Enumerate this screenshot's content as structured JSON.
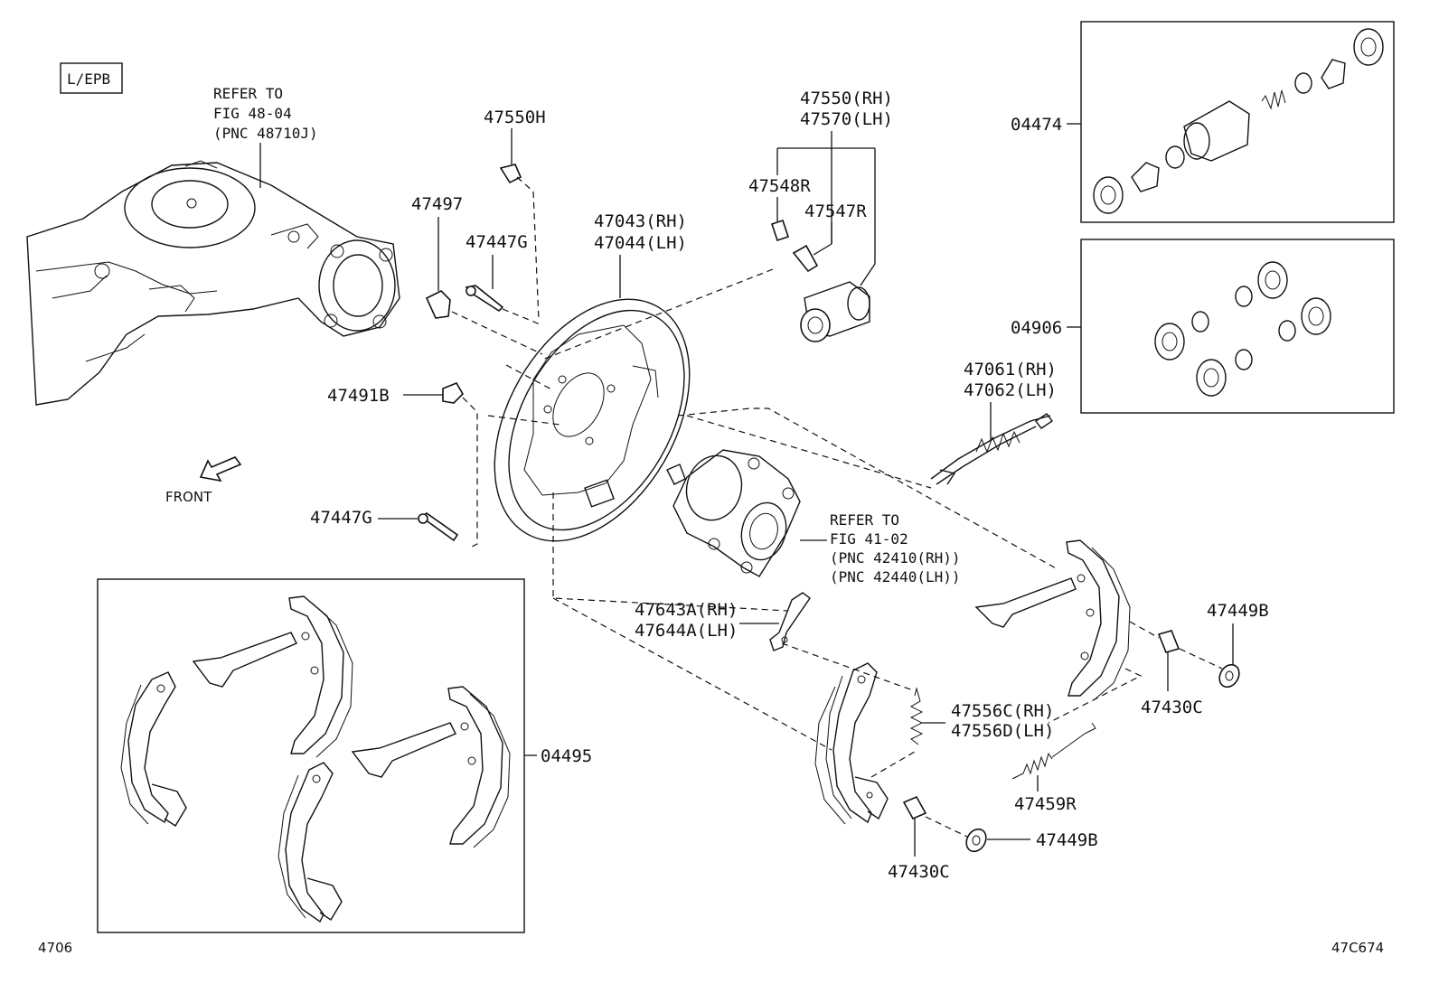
{
  "tag_lepb": "L/EPB",
  "refer_upper": [
    "REFER TO",
    "FIG 48-04",
    "(PNC 48710J)"
  ],
  "refer_hub": [
    "REFER TO",
    "FIG 41-02",
    "(PNC 42410(RH))",
    "(PNC 42440(LH))"
  ],
  "front_label": "FRONT",
  "parts": {
    "p47550H": "47550H",
    "p47497": "47497",
    "p47447G_top": "47447G",
    "p47447G_bottom": "47447G",
    "p47491B": "47491B",
    "p47043": "47043(RH)",
    "p47044": "47044(LH)",
    "p47550": "47550(RH)",
    "p47570": "47570(LH)",
    "p47548R": "47548R",
    "p47547R": "47547R",
    "p04474": "04474",
    "p04906": "04906",
    "p47061": "47061(RH)",
    "p47062": "47062(LH)",
    "p47643A": "47643A(RH)",
    "p47644A": "47644A(LH)",
    "p47449B_right": "47449B",
    "p47430C_right": "47430C",
    "p47556C": "47556C(RH)",
    "p47556D": "47556D(LH)",
    "p47459R": "47459R",
    "p47449B_bottom": "47449B",
    "p47430C_bottom": "47430C",
    "p04495": "04495"
  },
  "footer_left": "4706",
  "footer_right": "47C674",
  "icons": [
    "front-arrow-icon"
  ]
}
